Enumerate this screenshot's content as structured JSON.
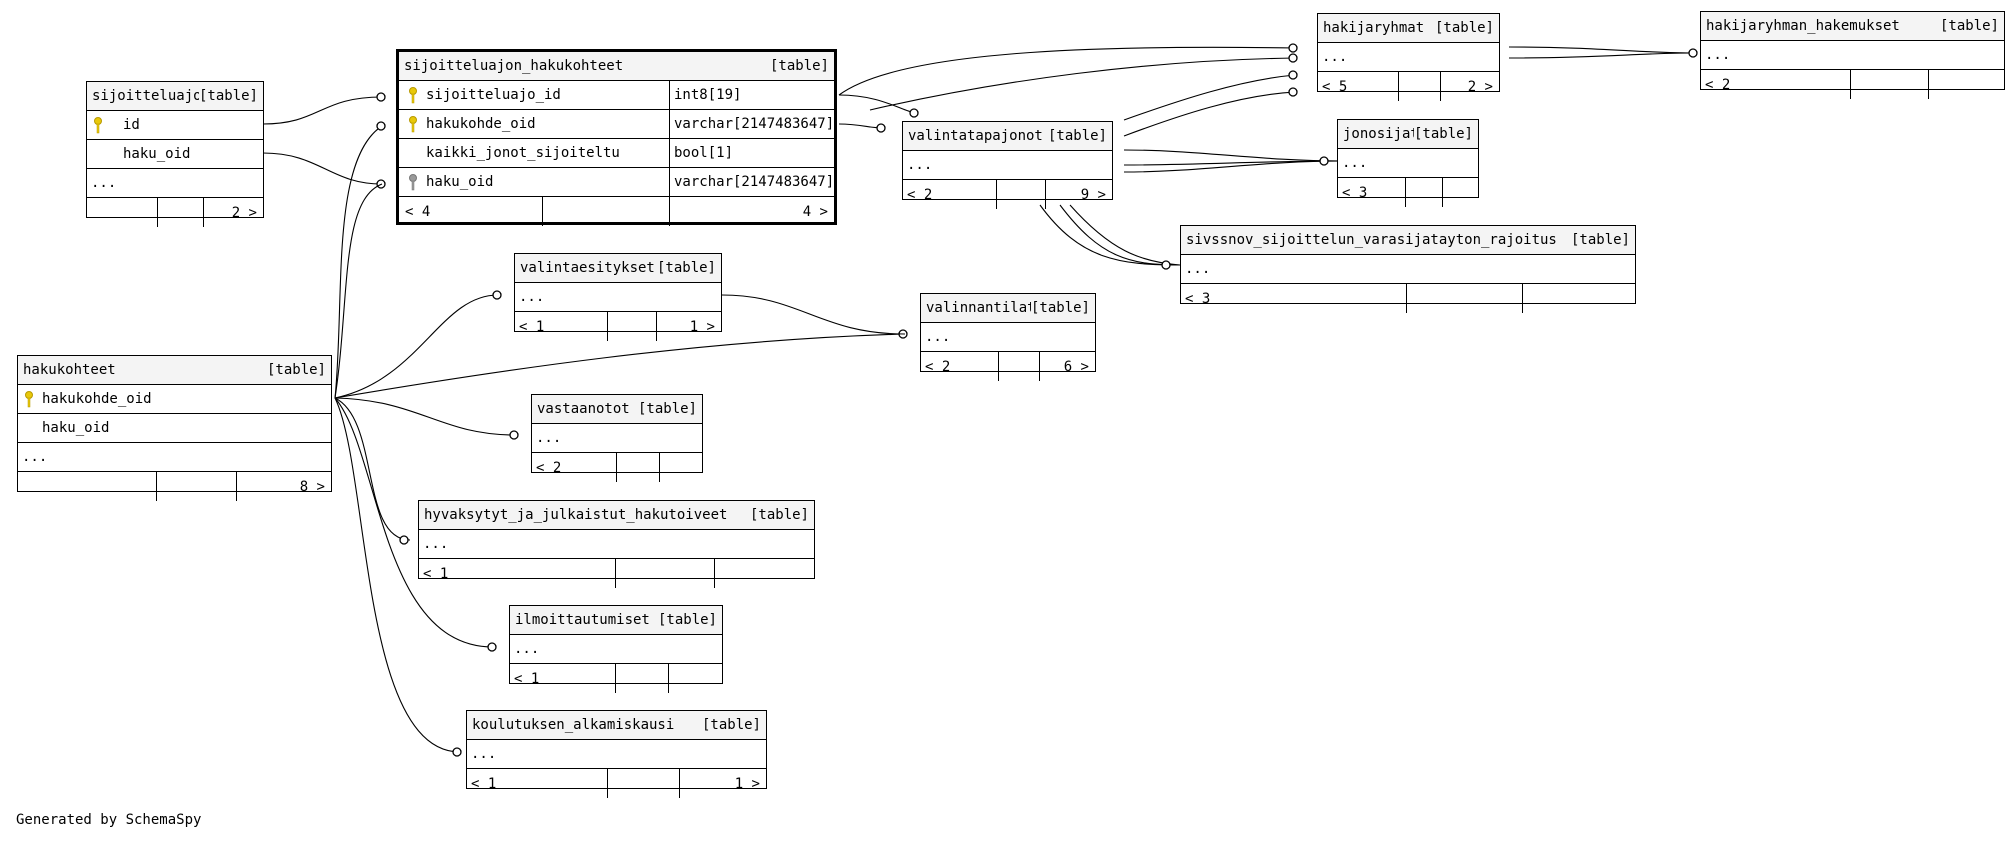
{
  "footer_text": "Generated by SchemaSpy",
  "type_label": "[table]",
  "colors": {
    "primary_key": "#e8c80a",
    "foreign_key": "#9a9a9a",
    "header_bg": "#f4f4f4"
  },
  "tables": {
    "sijoitteluajot": {
      "name": "sijoitteluajot",
      "columns": [
        {
          "name": "id",
          "key": "primary"
        },
        {
          "name": "haku_oid",
          "key": ""
        }
      ],
      "more": "...",
      "parents": "",
      "children": "2 >"
    },
    "sijoitteluajon_hakukohteet": {
      "name": "sijoitteluajon_hakukohteet",
      "columns": [
        {
          "name": "sijoitteluajo_id",
          "type": "int8[19]",
          "key": "primary"
        },
        {
          "name": "hakukohde_oid",
          "type": "varchar[2147483647]",
          "key": "primary"
        },
        {
          "name": "kaikki_jonot_sijoiteltu",
          "type": "bool[1]",
          "key": ""
        },
        {
          "name": "haku_oid",
          "type": "varchar[2147483647]",
          "key": "foreign"
        }
      ],
      "parents": "< 4",
      "children": "4 >"
    },
    "hakijaryhmat": {
      "name": "hakijaryhmat",
      "more": "...",
      "parents": "< 5",
      "children": "2 >"
    },
    "hakijaryhman_hakemukset": {
      "name": "hakijaryhman_hakemukset",
      "more": "...",
      "parents": "< 2",
      "children": ""
    },
    "valintatapajonot": {
      "name": "valintatapajonot",
      "more": "...",
      "parents": "< 2",
      "children": "9 >"
    },
    "jonosijat": {
      "name": "jonosijat",
      "more": "...",
      "parents": "< 3",
      "children": ""
    },
    "sivssnov": {
      "name": "sivssnov_sijoittelun_varasijatayton_rajoitus",
      "more": "...",
      "parents": "< 3",
      "children": ""
    },
    "valintaesitykset": {
      "name": "valintaesitykset",
      "more": "...",
      "parents": "< 1",
      "children": "1 >"
    },
    "valinnantilat": {
      "name": "valinnantilat",
      "more": "...",
      "parents": "< 2",
      "children": "6 >"
    },
    "hakukohteet": {
      "name": "hakukohteet",
      "columns": [
        {
          "name": "hakukohde_oid",
          "key": "primary"
        },
        {
          "name": "haku_oid",
          "key": ""
        }
      ],
      "more": "...",
      "parents": "",
      "children": "8 >"
    },
    "vastaanotot": {
      "name": "vastaanotot",
      "more": "...",
      "parents": "< 2",
      "children": ""
    },
    "hyvaksytyt": {
      "name": "hyvaksytyt_ja_julkaistut_hakutoiveet",
      "more": "...",
      "parents": "< 1",
      "children": ""
    },
    "ilmoittautumiset": {
      "name": "ilmoittautumiset",
      "more": "...",
      "parents": "< 1",
      "children": ""
    },
    "koulutuksen": {
      "name": "koulutuksen_alkamiskausi",
      "more": "...",
      "parents": "< 1",
      "children": "1 >"
    }
  }
}
